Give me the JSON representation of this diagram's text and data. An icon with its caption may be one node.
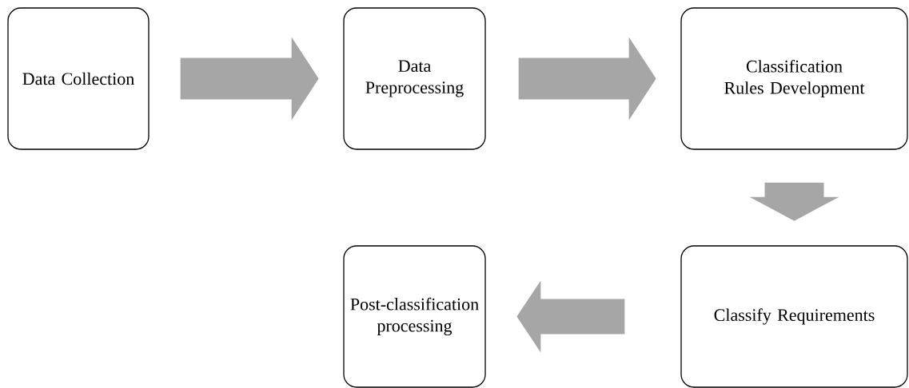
{
  "diagram": {
    "nodes": [
      {
        "text": [
          "Data Collection"
        ]
      },
      {
        "text": [
          "Data Preprocessing"
        ]
      },
      {
        "text": [
          "Classification Rules Development"
        ]
      },
      {
        "text": [
          "Classify Requirements"
        ]
      },
      {
        "text": [
          "Post-classification processing"
        ]
      }
    ],
    "edges": [
      {
        "from": 0,
        "to": 1,
        "arrow": "to"
      },
      {
        "from": 1,
        "to": 2,
        "arrow": "to"
      },
      {
        "from": 2,
        "to": 3,
        "arrow": "to"
      },
      {
        "from": 3,
        "to": 4,
        "arrow": "to"
      }
    ]
  }
}
